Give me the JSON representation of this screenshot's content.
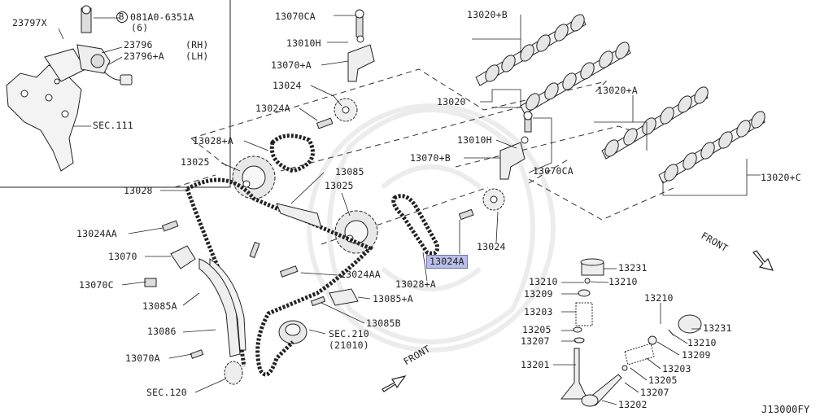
{
  "diagram": {
    "code": "J13000FY",
    "highlighted_part": "13024A",
    "labels": {
      "p23797x": "23797X",
      "bolt_note_prefix": "B",
      "bolt_note": "081A0-6351A",
      "bolt_qty": "(6)",
      "p23796": "23796",
      "p23796_rh": "(RH)",
      "p23796a": "23796+A",
      "p23796a_lh": "(LH)",
      "sec111": "SEC.111",
      "p13070ca_top": "13070CA",
      "p13010h_top": "13010H",
      "p13070a_top": "13070+A",
      "p13024_top": "13024",
      "p13024a_top": "13024A",
      "p13028a_top": "13028+A",
      "p13025_left": "13025",
      "p13028": "13028",
      "p13024aa_left": "13024AA",
      "p13070": "13070",
      "p13070c": "13070C",
      "p13085a": "13085A",
      "p13086": "13086",
      "p13070a_bottom": "13070A",
      "sec120": "SEC.120",
      "p13085": "13085",
      "p13025_mid": "13025",
      "p13024aa_mid": "13024AA",
      "p13085a_plus": "13085+A",
      "p13085b": "13085B",
      "sec210": "SEC.210",
      "sec210_sub": "(21010)",
      "front_bottom": "FRONT",
      "p13020b": "13020+B",
      "p13020": "13020",
      "p13010h_mid": "13010H",
      "p13070b": "13070+B",
      "p13070ca_mid": "13070CA",
      "p13020a": "13020+A",
      "p13020c": "13020+C",
      "p13024a_hl": "13024A",
      "p13028a_mid": "13028+A",
      "p13024_mid": "13024",
      "front_right": "FRONT",
      "v13231_a": "13231",
      "v13210_a": "13210",
      "v13210_b": "13210",
      "v13209_a": "13209",
      "v13203_a": "13203",
      "v13205_a": "13205",
      "v13207_a": "13207",
      "v13201": "13201",
      "v13210_c": "13210",
      "v13231_b": "13231",
      "v13210_d": "13210",
      "v13209_b": "13209",
      "v13203_b": "13203",
      "v13205_b": "13205",
      "v13207_b": "13207",
      "v13202": "13202"
    }
  }
}
